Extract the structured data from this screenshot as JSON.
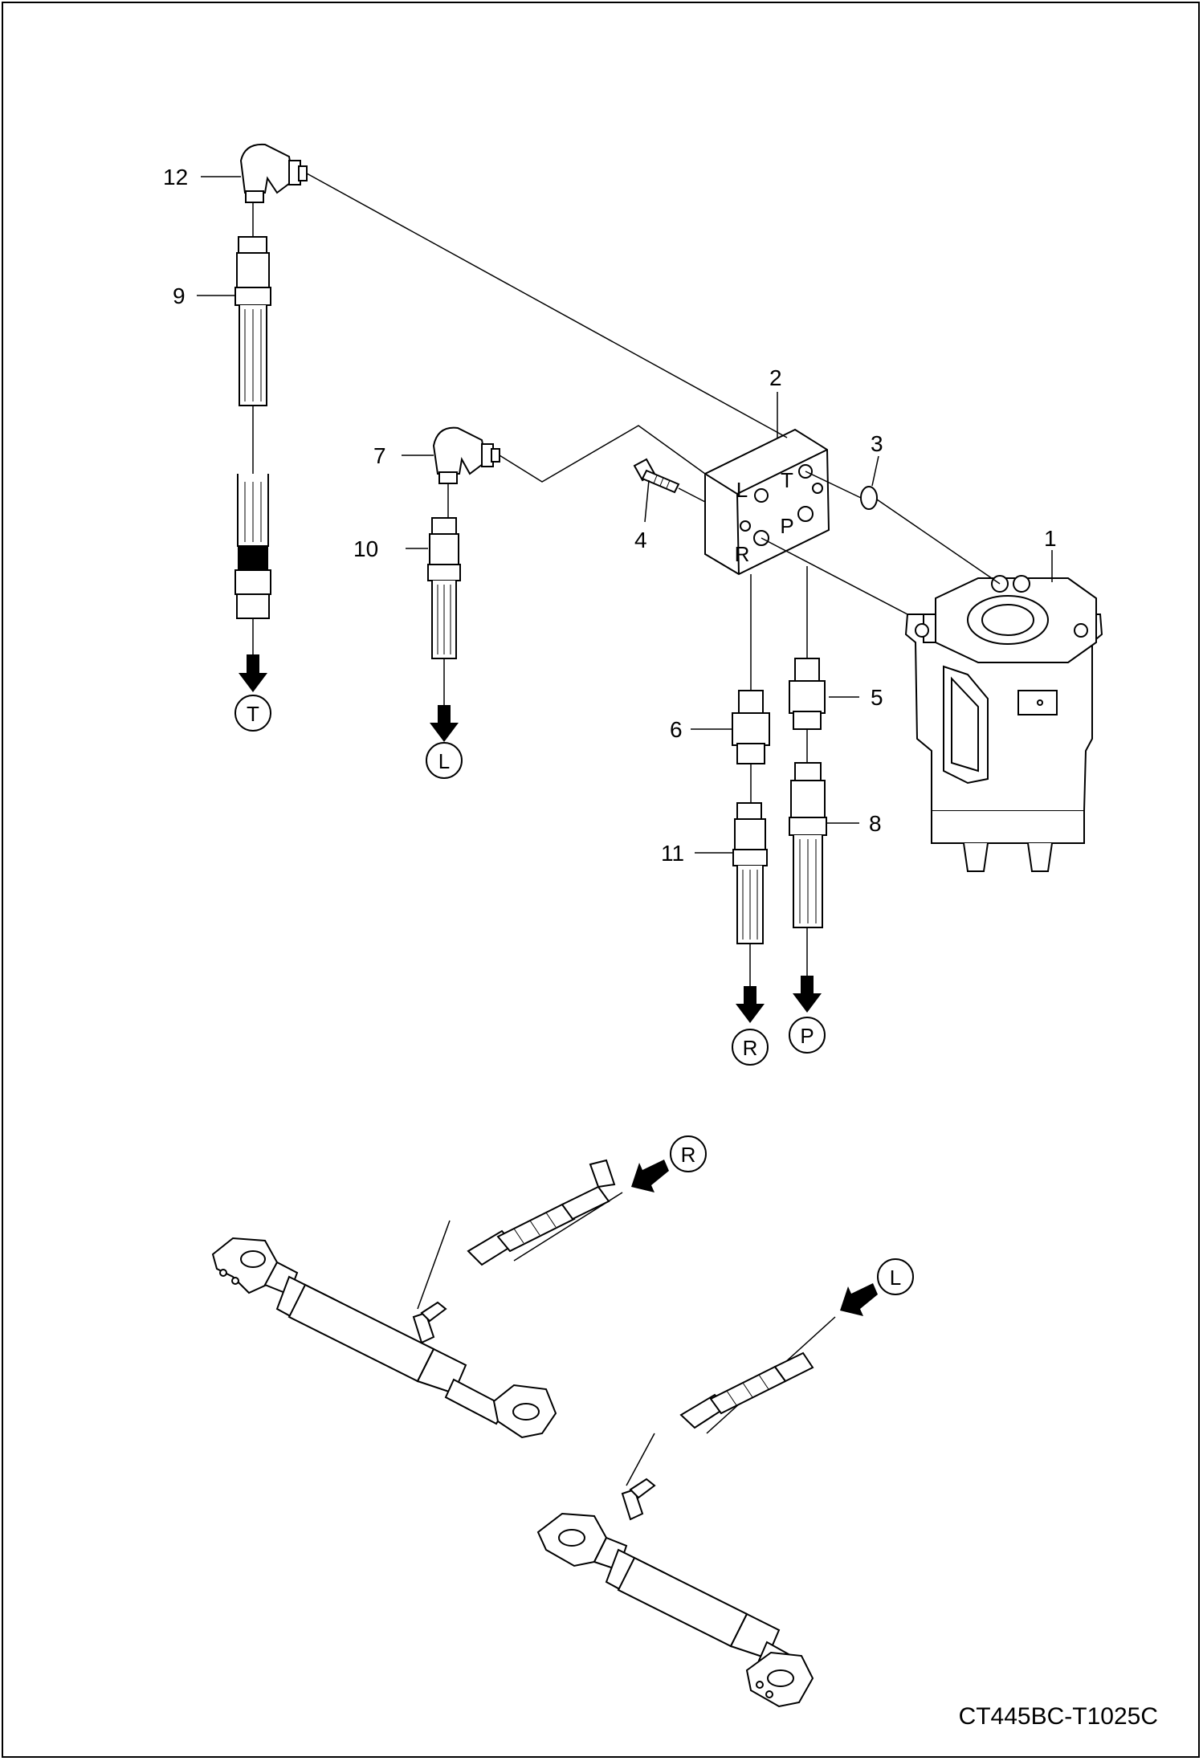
{
  "drawing_code": "CT445BC-T1025C",
  "callouts": {
    "1": "1",
    "2": "2",
    "3": "3",
    "4": "4",
    "5": "5",
    "6": "6",
    "7": "7",
    "8": "8",
    "9": "9",
    "10": "10",
    "11": "11",
    "12": "12"
  },
  "ports": {
    "l": "L",
    "t": "T",
    "r": "R",
    "p": "P"
  },
  "markers": {
    "t": "T",
    "l": "L",
    "r": "R",
    "p": "P"
  }
}
